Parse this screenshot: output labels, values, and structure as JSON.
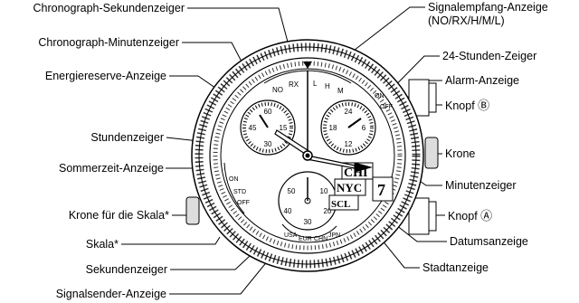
{
  "left_labels": [
    {
      "text": "Chronograph-Sekundenzeiger"
    },
    {
      "text": "Chronograph-Minutenzeiger"
    },
    {
      "text": "Energiereserve-Anzeige"
    },
    {
      "text": "Stundenzeiger"
    },
    {
      "text": "Sommerzeit-Anzeige"
    },
    {
      "text": "Krone für die Skala*"
    },
    {
      "text": "Skala*"
    },
    {
      "text": "Sekundenzeiger"
    },
    {
      "text": "Signalsender-Anzeige"
    }
  ],
  "right_labels": [
    {
      "text": "Signalempfang-Anzeige"
    },
    {
      "text": "(NO/RX/H/M/L)"
    },
    {
      "text": "24-Stunden-Zeiger"
    },
    {
      "text": "Alarm-Anzeige"
    },
    {
      "text": "Knopf",
      "mark": "Ⓑ"
    },
    {
      "text": "Krone"
    },
    {
      "text": "Minutenzeiger"
    },
    {
      "text": "Knopf",
      "mark": "Ⓐ"
    },
    {
      "text": "Datumsanzeige"
    },
    {
      "text": "Stadtanzeige"
    }
  ],
  "dial_text": {
    "signal_levels": [
      "NO",
      "RX",
      "L",
      "H",
      "M"
    ],
    "subdial_left": [
      "60",
      "15",
      "45",
      "30"
    ],
    "subdial_right": [
      "24",
      "6",
      "18",
      "12"
    ],
    "subdial_bottom": [
      "50",
      "10",
      "40",
      "20",
      "30"
    ],
    "cities": [
      "CHI",
      "NYC",
      "SCL"
    ],
    "date": "7",
    "dst": [
      "STD",
      "ON",
      "OFF"
    ],
    "alarm": [
      "ON",
      "OFF"
    ],
    "signal_sender": [
      "USA",
      "EUR",
      "CHN",
      "JPN"
    ]
  }
}
